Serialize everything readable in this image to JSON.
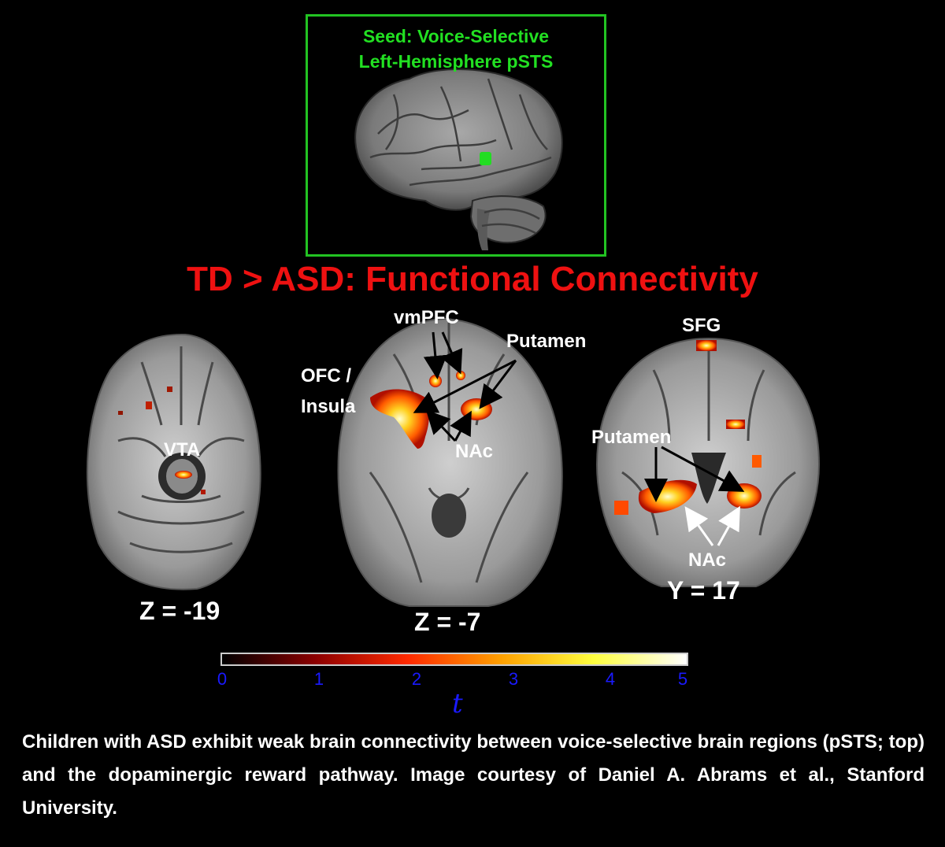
{
  "seed": {
    "title_line1": "Seed: Voice-Selective",
    "title_line2": "Left-Hemisphere pSTS",
    "highlight_color": "#22c322"
  },
  "title": "TD > ASD: Functional Connectivity",
  "panels": {
    "axial_ventral": {
      "labels": [
        "VTA"
      ],
      "coordinate": "Z = -19"
    },
    "axial_middle": {
      "labels": [
        "vmPFC",
        "Putamen",
        "OFC /",
        "Insula",
        "NAc"
      ],
      "coordinate": "Z = -7"
    },
    "coronal": {
      "labels": [
        "SFG",
        "Putamen",
        "NAc"
      ],
      "coordinate": "Y = 17"
    }
  },
  "colorbar": {
    "ticks": [
      "0",
      "1",
      "2",
      "3",
      "4",
      "5"
    ],
    "label": "t",
    "min": 0,
    "max": 5,
    "colors": [
      "#000000",
      "#8b0000",
      "#ff2a00",
      "#ffa000",
      "#ffff40",
      "#ffffff"
    ]
  },
  "caption": "Children with ASD exhibit weak brain connectivity between voice-selective brain regions (pSTS; top) and the dopaminergic reward pathway. Image courtesy of Daniel A. Abrams et al., Stanford University."
}
